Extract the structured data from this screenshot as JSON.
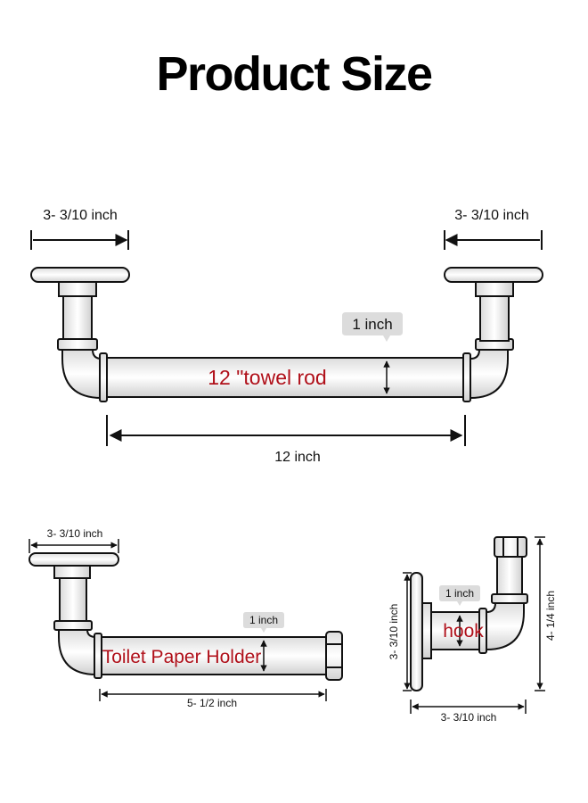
{
  "title": "Product Size",
  "towel_rod": {
    "left_flange": "3- 3/10 inch",
    "right_flange": "3- 3/10 inch",
    "diameter": "1 inch",
    "label": "12 \"towel rod",
    "length": "12 inch"
  },
  "toilet_paper_holder": {
    "flange": "3- 3/10 inch",
    "diameter": "1 inch",
    "label": "Toilet Paper Holder",
    "length": "5- 1/2 inch"
  },
  "hook": {
    "flange_height": "3- 3/10 inch",
    "diameter": "1 inch",
    "label": "hook",
    "height": "4- 1/4  inch",
    "depth": "3- 3/10 inch"
  },
  "colors": {
    "pipe_stroke": "#111111",
    "label_red": "#b0101a",
    "bubble": "#dcdcdc"
  }
}
